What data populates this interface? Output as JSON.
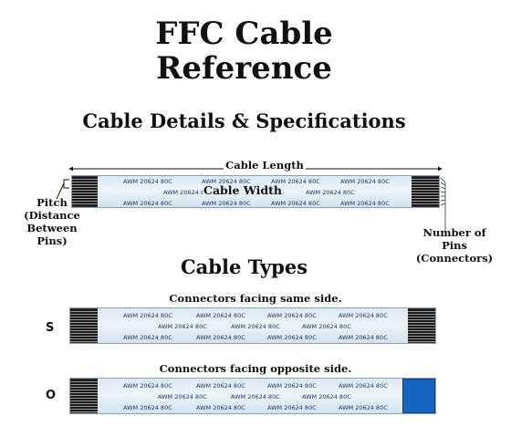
{
  "title_line1": "FFC Cable",
  "title_line2": "Reference",
  "details_heading": "Cable Details & Specifications",
  "cable_length_label": "Cable Length",
  "cable_width_label": "Cable Width",
  "pitch_label": [
    "Pitch",
    "(Distance",
    "Between Pins)"
  ],
  "pins_label": [
    "Number of Pins",
    "(Connectors)"
  ],
  "types_heading": "Cable Types",
  "type_same_caption": "Connectors facing same side.",
  "type_same_letter": "S",
  "type_opposite_caption": "Connectors facing opposite side.",
  "type_opposite_letter": "O",
  "marking": "AWM 20624 80C",
  "colors": {
    "conductor": "#1a1a1a",
    "cable_fill": "#e6eff8",
    "stiffener": "#1565c0",
    "marking": "#1b3a66"
  }
}
